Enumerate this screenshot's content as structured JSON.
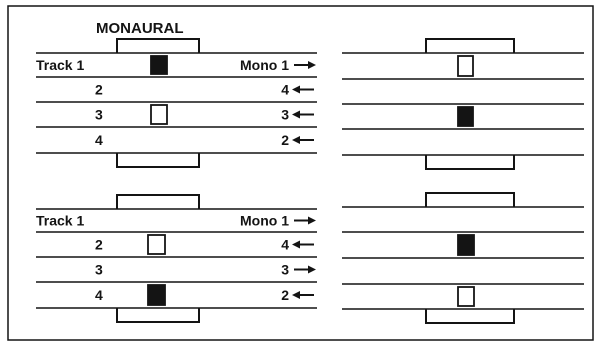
{
  "title": "MONAURAL",
  "arrow_glyph": "←",
  "colors": {
    "ink": "#141414",
    "paper": "#ffffff"
  },
  "panels": [
    {
      "id": "top-left",
      "track_labels": [
        "Track 1",
        "2",
        "3",
        "4"
      ],
      "mono_labels": [
        "Mono 1",
        "4",
        "3",
        "2"
      ],
      "arrow_directions": [
        "right",
        "left",
        "left",
        "left"
      ],
      "head": [
        {
          "row": 1,
          "fill": "filled"
        },
        {
          "row": 3,
          "fill": "empty"
        }
      ]
    },
    {
      "id": "top-right",
      "head": [
        {
          "row": 1,
          "fill": "empty"
        },
        {
          "row": 3,
          "fill": "filled"
        }
      ]
    },
    {
      "id": "bottom-left",
      "track_labels": [
        "Track 1",
        "2",
        "3",
        "4"
      ],
      "mono_labels": [
        "Mono 1",
        "4",
        "3",
        "2"
      ],
      "arrow_directions": [
        "right",
        "left",
        "right",
        "left"
      ],
      "head": [
        {
          "row": 2,
          "fill": "empty"
        },
        {
          "row": 4,
          "fill": "filled"
        }
      ]
    },
    {
      "id": "bottom-right",
      "head": [
        {
          "row": 2,
          "fill": "filled"
        },
        {
          "row": 4,
          "fill": "empty"
        }
      ]
    }
  ]
}
